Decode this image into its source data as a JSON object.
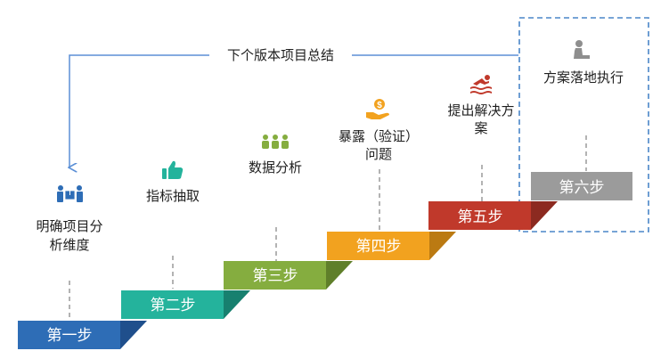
{
  "feedback_label": "下个版本项目总结",
  "steps": [
    {
      "label": "第一步",
      "desc": [
        "明确项目分",
        "析维度"
      ],
      "icon": "people-box-icon",
      "color": "#2e6db6",
      "shade": "#1f4f8c"
    },
    {
      "label": "第二步",
      "desc": [
        "指标抽取"
      ],
      "icon": "thumbs-up-icon",
      "color": "#24b39c",
      "shade": "#17806f"
    },
    {
      "label": "第三步",
      "desc": [
        "数据分析"
      ],
      "icon": "group-icon",
      "color": "#85ad3f",
      "shade": "#5f7f2a"
    },
    {
      "label": "第四步",
      "desc": [
        "暴露（验证）",
        "问题"
      ],
      "icon": "hand-coin-icon",
      "color": "#f2a21f",
      "shade": "#bb7a12"
    },
    {
      "label": "第五步",
      "desc": [
        "提出解决方",
        "案"
      ],
      "icon": "swimmer-icon",
      "color": "#c0392b",
      "shade": "#8c2a20"
    },
    {
      "label": "第六步",
      "desc": [
        "方案落地执行"
      ],
      "icon": "person-seated-icon",
      "color": "#9b9b9b",
      "shade": "#b8b8b8"
    }
  ],
  "colors": {
    "arrow": "#5b8fd6",
    "highlight_box": "#4a86c8",
    "connector": "#9a9a9a"
  }
}
